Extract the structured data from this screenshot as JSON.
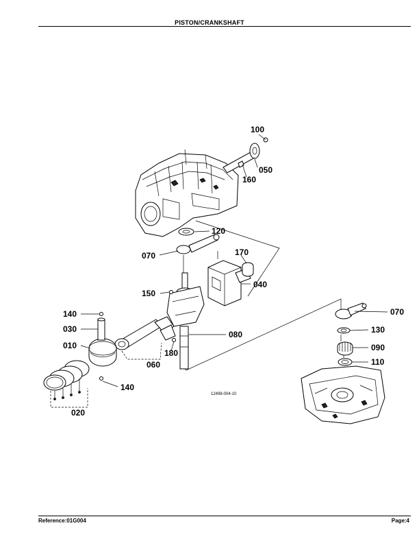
{
  "header": {
    "title": "PISTON/CRANKSHAFT"
  },
  "footer": {
    "reference": "Reference:01G004",
    "page": "Page:4"
  },
  "diagram": {
    "drawing_number": "12498-004-10",
    "labels": {
      "p100": "100",
      "p050": "050",
      "p160": "160",
      "p120": "120",
      "p070a": "070",
      "p170": "170",
      "p040": "040",
      "p150": "150",
      "p140a": "140",
      "p030": "030",
      "p010": "010",
      "p080": "080",
      "p180": "180",
      "p060": "060",
      "p140b": "140",
      "p020": "020",
      "p070b": "070",
      "p130": "130",
      "p090": "090",
      "p110": "110"
    }
  }
}
